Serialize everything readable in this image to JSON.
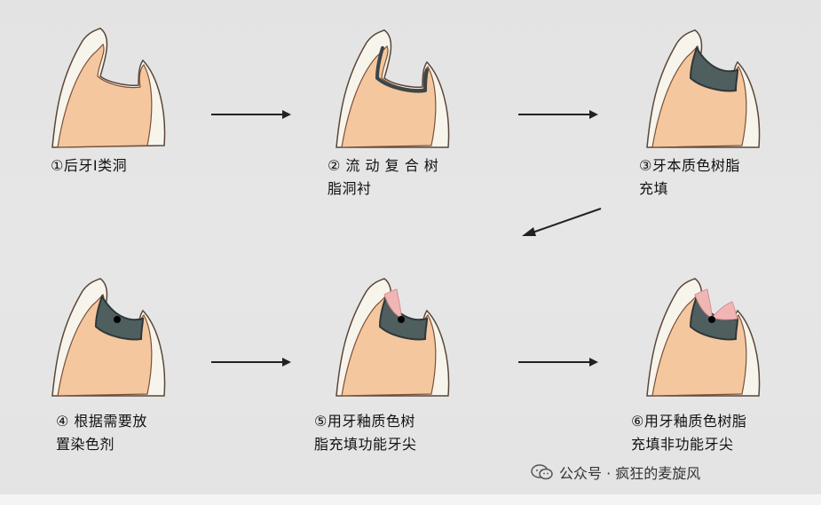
{
  "steps": [
    {
      "caption": "①后牙Ⅰ类洞"
    },
    {
      "caption": "② 流 动 复 合 树\n脂洞衬"
    },
    {
      "caption": "③牙本质色树脂\n充填"
    },
    {
      "caption": "④ 根据需要放\n置染色剂"
    },
    {
      "caption": "⑤用牙釉质色树\n脂充填功能牙尖"
    },
    {
      "caption": "⑥用牙釉质色树脂\n充填非功能牙尖"
    }
  ],
  "watermark": {
    "text": "公众号 · 疯狂的麦旋风",
    "icon": "wechat-icon"
  },
  "colors": {
    "dentin": "#f4c79f",
    "enamel": "#f7f4ec",
    "liner": "#3d4648",
    "composite_dark": "#506062",
    "stain": "#000000",
    "enamel_composite": "#efb6b5",
    "background": "#e4e4e4",
    "outline": "#5a4639"
  }
}
